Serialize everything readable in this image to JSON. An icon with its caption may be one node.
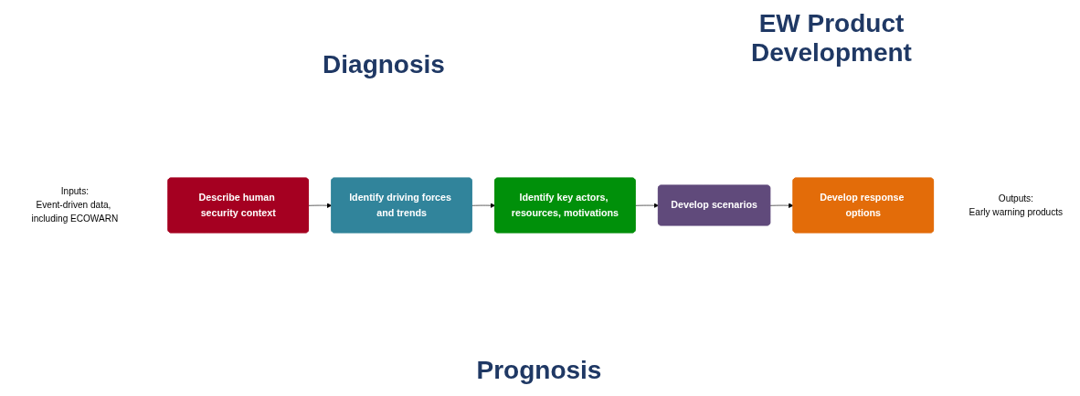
{
  "diagram": {
    "nodes": [
      {
        "text": [
          "Inputs:",
          "Event-driven data, including ECOWARN"
        ]
      },
      {
        "text": [
          "Describe human security context"
        ]
      },
      {
        "text": [
          "Identify driving forces and trends"
        ]
      },
      {
        "text": [
          "Identify key actors, resources, motivations"
        ]
      },
      {
        "text": [
          "Develop scenarios"
        ]
      },
      {
        "text": [
          "Develop response options"
        ]
      },
      {
        "text": [
          "Outputs:",
          "Early warning products"
        ]
      }
    ],
    "edges": [
      {
        "from": 1,
        "to": 2,
        "arrow": "to"
      },
      {
        "from": 2,
        "to": 3,
        "arrow": "to"
      },
      {
        "from": 3,
        "to": 4,
        "arrow": "to"
      },
      {
        "from": 4,
        "to": 5,
        "arrow": "to"
      }
    ],
    "labels": [
      "Diagnosis",
      "EW Product Development",
      "Prognosis"
    ]
  }
}
